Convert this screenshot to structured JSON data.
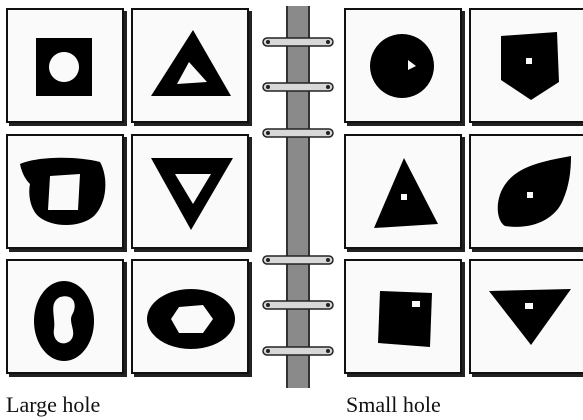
{
  "captions": {
    "left": "Large hole",
    "right": "Small hole"
  },
  "binder": {
    "spine_color": "#8a8a8a",
    "ring_color": "#d8d8d8",
    "rings_top_group": 3,
    "rings_bottom_group": 3
  },
  "groups": [
    {
      "hole_size": "large",
      "shapes": [
        "square",
        "triangle",
        "blob",
        "inverted-triangle",
        "ellipse",
        "ellipse"
      ]
    },
    {
      "hole_size": "small",
      "shapes": [
        "circle",
        "pentagon",
        "triangle",
        "leaf",
        "square",
        "inverted-triangle"
      ]
    }
  ],
  "colors": {
    "shape_fill": "#000000",
    "card_background": "#fafafa",
    "card_border": "#111111"
  }
}
